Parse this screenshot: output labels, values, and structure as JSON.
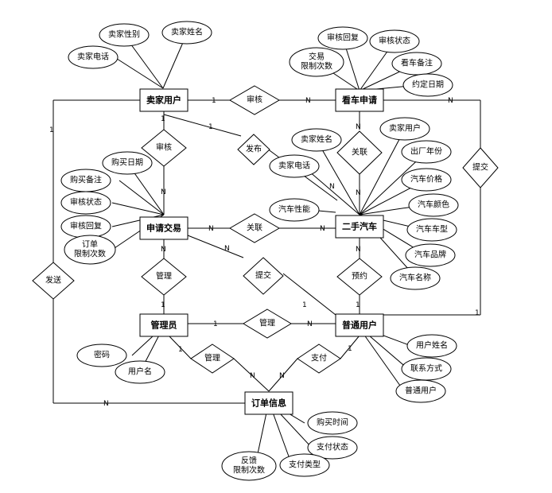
{
  "entities": {
    "seller": "卖家用户",
    "car_view_request": "看车申请",
    "application_trade": "申请交易",
    "used_car": "二手汽车",
    "admin": "管理员",
    "normal_user": "普通用户",
    "order_info": "订单信息"
  },
  "relationships": {
    "review_seller_view": "审核",
    "review_trade": "审核",
    "publish": "发布",
    "associate_view_car": "关联",
    "submit_view": "提交",
    "associate_trade_car": "关联",
    "reserve": "预约",
    "manage_trade": "管理",
    "submit_trade": "提交",
    "manage_user": "管理",
    "send": "发送",
    "manage_order": "管理",
    "pay": "支付"
  },
  "attributes": {
    "seller": [
      "卖家性别",
      "卖家姓名",
      "卖家电话"
    ],
    "car_view_request": [
      [
        "交易",
        "限制次数"
      ],
      [
        "审核回复"
      ],
      [
        "审核状态"
      ],
      [
        "看车备注"
      ],
      [
        "约定日期"
      ]
    ],
    "used_car": [
      "卖家姓名",
      "卖家用户",
      "出厂年份",
      "卖家电话",
      "汽车价格",
      "汽车性能",
      "汽车颜色",
      "汽车车型",
      "汽车品牌",
      "汽车名称"
    ],
    "application_trade": [
      [
        "购买日期"
      ],
      [
        "购买备注"
      ],
      [
        "审核状态"
      ],
      [
        "审核回复"
      ],
      [
        "订单",
        "限制次数"
      ]
    ],
    "admin": [
      "密码",
      "用户名"
    ],
    "normal_user": [
      "用户姓名",
      "联系方式",
      "普通用户"
    ],
    "order_info": [
      [
        "购买时间"
      ],
      [
        "支付状态"
      ],
      [
        "支付类型"
      ],
      [
        "反馈",
        "限制次数"
      ]
    ]
  },
  "cardinalities": {
    "one": "1",
    "many": "N"
  },
  "colors": {
    "stroke": "#000000",
    "fill": "#ffffff",
    "background": "#ffffff"
  }
}
